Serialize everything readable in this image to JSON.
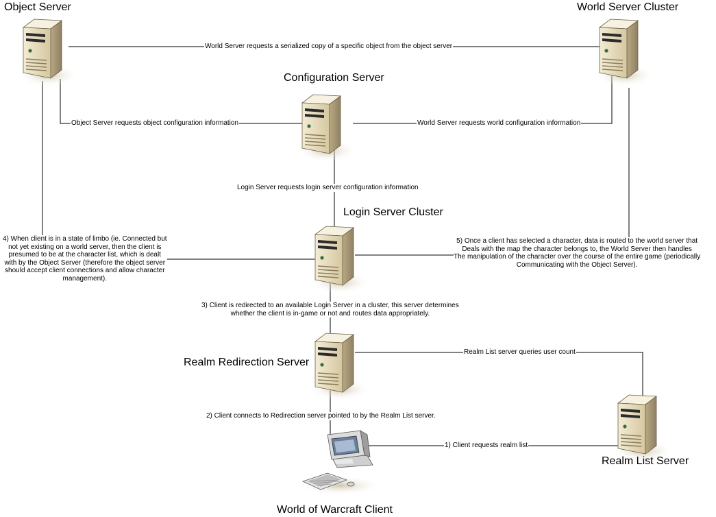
{
  "nodes": {
    "object_server": "Object Server",
    "world_server_cluster": "World Server Cluster",
    "configuration_server": "Configuration Server",
    "login_server_cluster": "Login Server Cluster",
    "realm_redirection_server": "Realm Redirection Server",
    "realm_list_server": "Realm List Server",
    "client": "World of Warcraft Client"
  },
  "edges": {
    "world_object": "World Server requests a serialized copy of a specific object from the object server",
    "object_config": "Object Server requests object configuration information",
    "world_config": "World Server requests world configuration information",
    "login_config": "Login Server requests login server configuration information",
    "step4": "4) When client is in a state of limbo (ie. Connected but\nnot yet existing on a world server, then the client is\npresumed to be at the character list, which is dealt\nwith by the Object Server (therefore the object server\nshould accept client connections and allow character\nmanagement).",
    "step5": "5) Once a client has selected a character, data is routed to the world server that\nDeals with the map the character belongs to, the World Server then handles\nThe manipulation of the character over the course of the entire game (periodically\nCommunicating with the Object Server).",
    "step3": "3) Client is redirected to an available Login Server in a cluster, this server determines\nwhether the client is in-game or not and routes data appropriately.",
    "realm_user_count": "Realm List server queries user count",
    "step2": "2) Client connects to Redirection server pointed to by the Realm List server.",
    "step1": "1) Client requests realm list"
  }
}
